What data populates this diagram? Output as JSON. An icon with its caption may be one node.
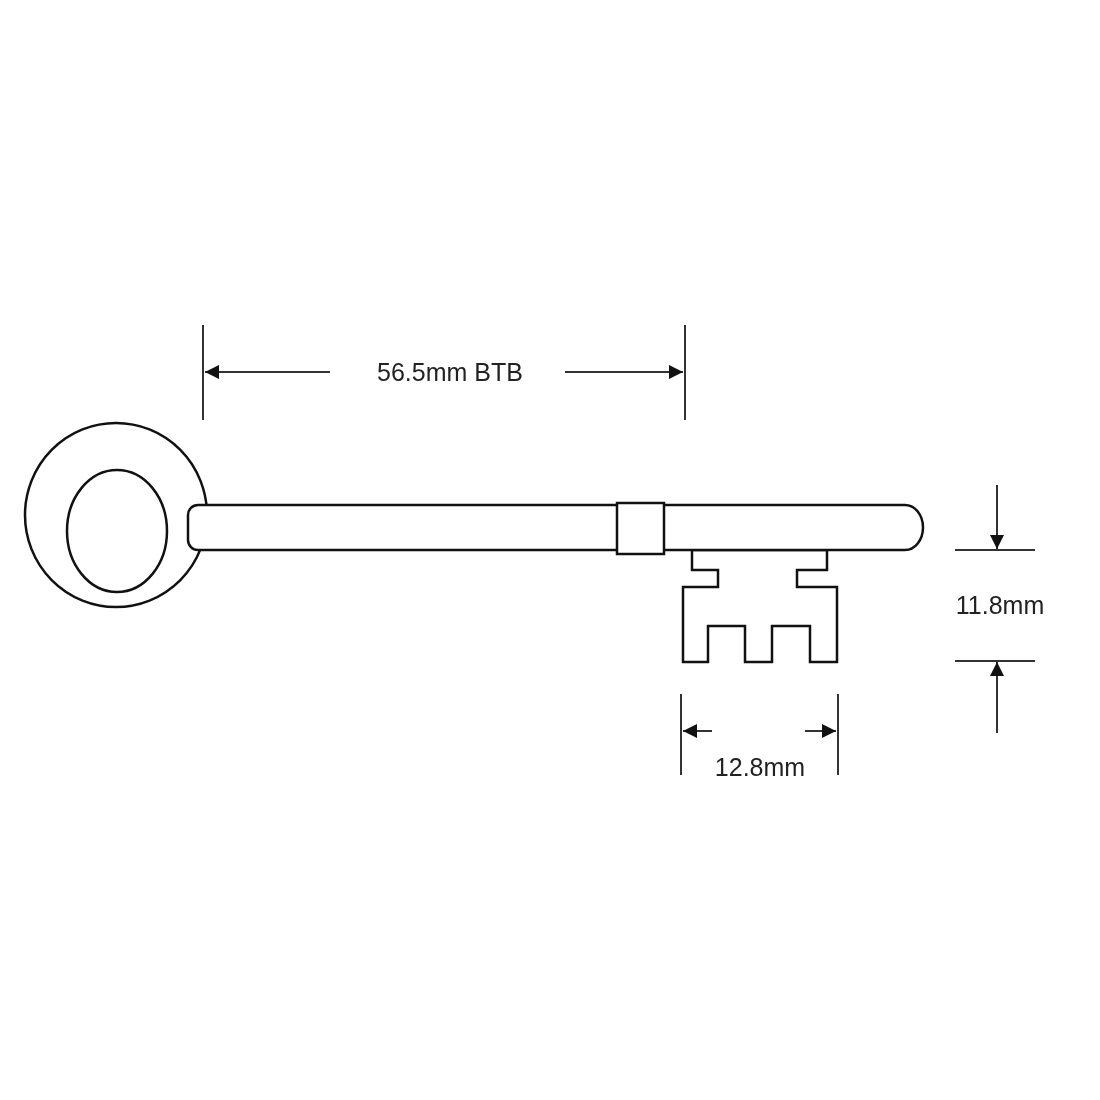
{
  "diagram": {
    "labels": [
      "56.5mm BTB",
      "11.8mm",
      "12.8mm"
    ]
  }
}
